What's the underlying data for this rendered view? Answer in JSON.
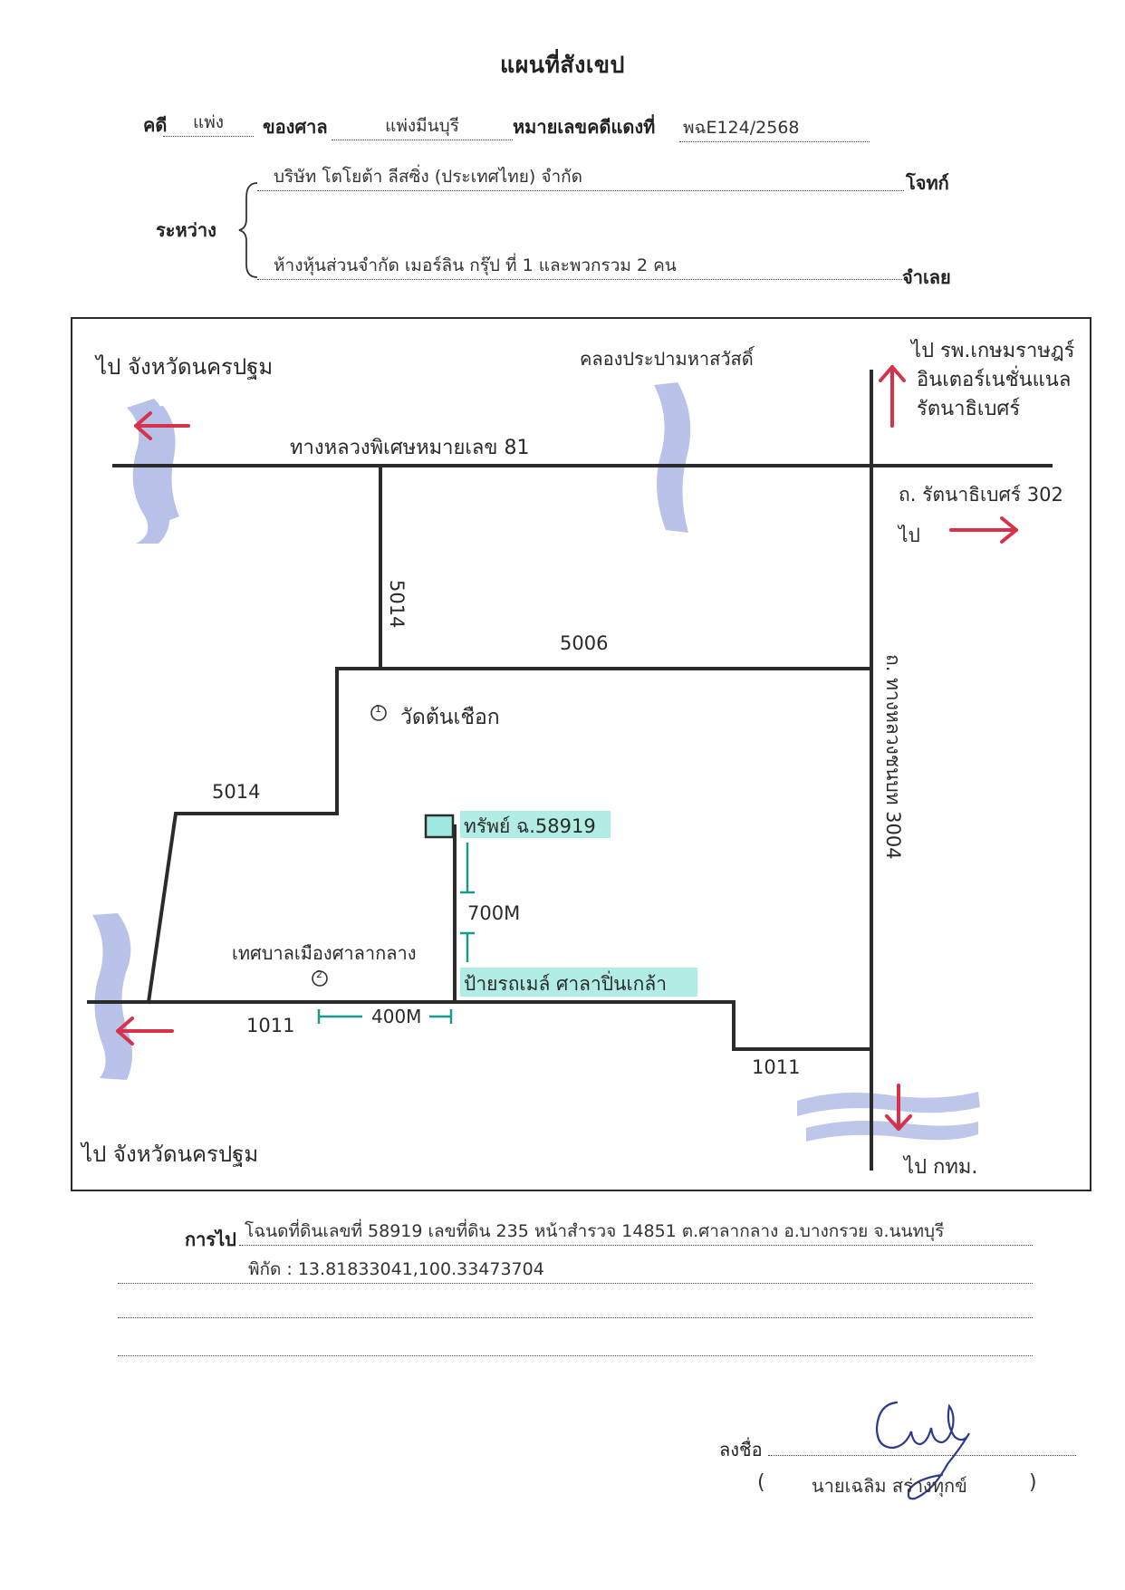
{
  "header": {
    "title": "แผนที่สังเขป",
    "case_label": "คดี",
    "case_type": "แพ่ง",
    "court_label": "ของศาล",
    "court_name": "แพ่งมีนบุรี",
    "red_number_label": "หมายเลขคดีแดงที่",
    "red_number": "พฉE124/2568"
  },
  "parties": {
    "between_label": "ระหว่าง",
    "plaintiff_name": "บริษัท โตโยต้า ลีสซิ่ง (ประเทศไทย) จำกัด",
    "plaintiff_role": "โจทก์",
    "defendant_name": "ห้างหุ้นส่วนจำกัด เมอร์ลิน กรุ๊ป ที่ 1 และพวกรวม 2 คน",
    "defendant_role": "จำเลย"
  },
  "map": {
    "top_left_dest": "ไป จังหวัดนครปฐม",
    "canal_top": "คลองประปามหาสวัสดิ์",
    "top_right_dest_lines": [
      "ไป รพ.เกษมราษฎร์",
      "อินเตอร์เนชั่นแนล",
      "รัตนาธิเบศร์"
    ],
    "road_top": "ทางหลวงพิเศษหมายเลข 81",
    "road_right_side": "ถ. รัตนาธิเบศร์ 302",
    "right_go": "ไป",
    "road_5014_vertical": "5014",
    "road_5006": "5006",
    "landmark_temple_marker": "1",
    "landmark_temple": "วัดต้นเชือก",
    "road_right_vertical": "ถ. ทางหลวงชนบท 3004",
    "road_5014_left": "5014",
    "property_label": "ทรัพย์ ฉ.58919",
    "distance_vertical": "700M",
    "landmark_school": "เทศบาลเมืองศาลากลาง",
    "landmark_school_marker": "2",
    "junction_label": "ป้ายรถเมล์ ศาลาปิ่นเกล้า",
    "road_1011_left": "1011",
    "distance_horizontal": "400M",
    "road_1011_right": "1011",
    "bottom_left_dest": "ไป จังหวัดนครปฐม",
    "bottom_right_dest": "ไป กทม."
  },
  "directions": {
    "label": "การไป",
    "line1": "โฉนดที่ดินเลขที่ 58919 เลขที่ดิน 235 หน้าสำรวจ 14851 ต.ศาลากลาง อ.บางกรวย จ.นนทบุรี",
    "line2": "พิกัด : 13.81833041,100.33473704"
  },
  "signature": {
    "sign_label": "ลงชื่อ",
    "open_paren": "(",
    "signer_name": "นายเฉลิม สร่างทุกข์",
    "close_paren": ")"
  },
  "colors": {
    "road": "#2b2b2b",
    "arrow": "#d6324a",
    "water": "#7f8fd6",
    "highlight": "#9fe8df",
    "distance": "#1a9a8c"
  }
}
